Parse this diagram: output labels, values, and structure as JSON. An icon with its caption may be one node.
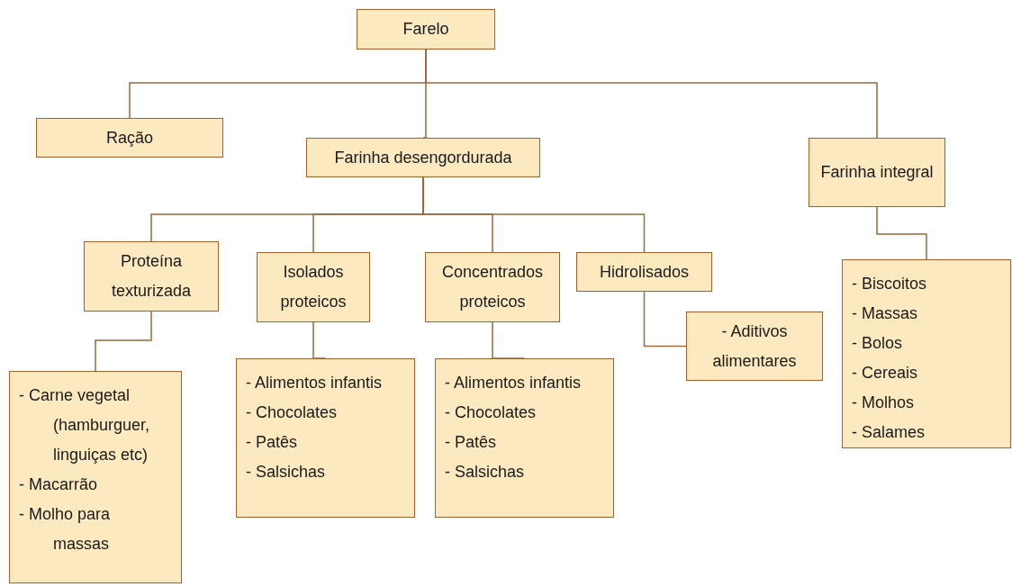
{
  "diagram": {
    "nodes": [
      {
        "text": [
          "Farelo"
        ]
      },
      {
        "text": [
          "Ração"
        ]
      },
      {
        "text": [
          "Farinha desengordurada"
        ]
      },
      {
        "text": [
          "Farinha integral"
        ]
      },
      {
        "text": [
          "Proteína texturizada"
        ]
      },
      {
        "text": [
          "Isolados proteicos"
        ]
      },
      {
        "text": [
          "Concentrados proteicos"
        ]
      },
      {
        "text": [
          "Hidrolisados"
        ]
      },
      {
        "text": [
          "- Aditivos alimentares"
        ]
      },
      {
        "text": [
          "- Carne vegetal (hamburguer, linguiças etc)",
          "- Macarrão",
          "- Molho para massas"
        ]
      },
      {
        "text": [
          "- Alimentos infantis",
          "- Chocolates",
          "- Patês",
          "- Salsichas"
        ]
      },
      {
        "text": [
          "- Alimentos infantis",
          "- Chocolates",
          "- Patês",
          "- Salsichas"
        ]
      },
      {
        "text": [
          "- Biscoitos",
          "- Massas",
          "- Bolos",
          "- Cereais",
          "- Molhos",
          "- Salames"
        ]
      }
    ],
    "edges": [
      {
        "from": 0,
        "to": 1,
        "arrow": "none"
      },
      {
        "from": 0,
        "to": 2,
        "arrow": "none"
      },
      {
        "from": 0,
        "to": 3,
        "arrow": "none"
      },
      {
        "from": 2,
        "to": 4,
        "arrow": "none"
      },
      {
        "from": 2,
        "to": 5,
        "arrow": "none"
      },
      {
        "from": 2,
        "to": 6,
        "arrow": "none"
      },
      {
        "from": 2,
        "to": 7,
        "arrow": "none"
      },
      {
        "from": 4,
        "to": 9,
        "arrow": "none"
      },
      {
        "from": 5,
        "to": 10,
        "arrow": "none"
      },
      {
        "from": 6,
        "to": 11,
        "arrow": "none"
      },
      {
        "from": 7,
        "to": 8,
        "arrow": "none"
      },
      {
        "from": 3,
        "to": 12,
        "arrow": "none"
      }
    ]
  }
}
